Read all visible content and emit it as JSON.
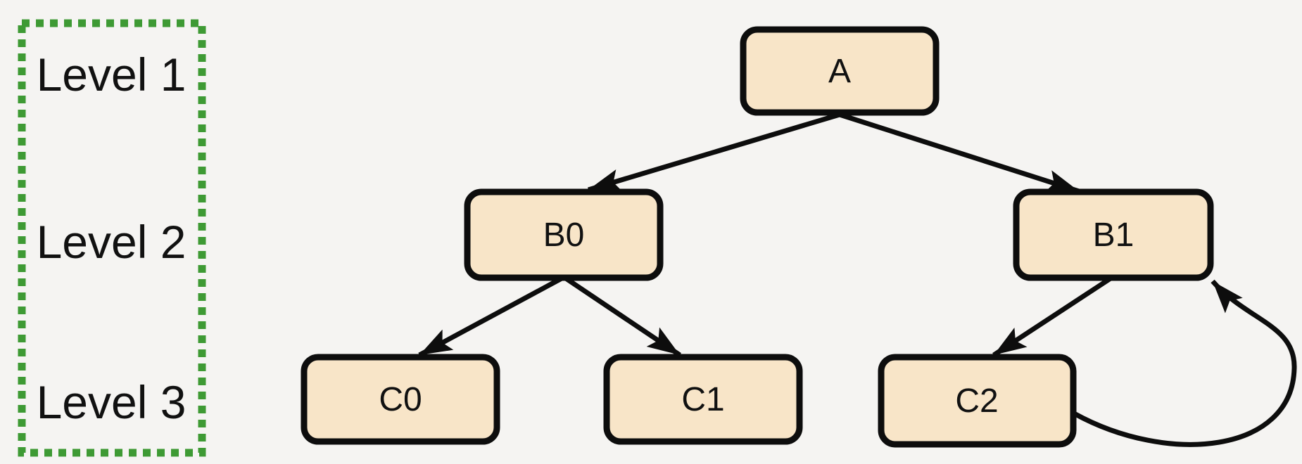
{
  "legend": {
    "levels": [
      {
        "label": "Level 1"
      },
      {
        "label": "Level 2"
      },
      {
        "label": "Level 3"
      }
    ]
  },
  "nodes": [
    {
      "id": "A",
      "label": "A",
      "level": 1
    },
    {
      "id": "B0",
      "label": "B0",
      "level": 2
    },
    {
      "id": "B1",
      "label": "B1",
      "level": 2
    },
    {
      "id": "C0",
      "label": "C0",
      "level": 3
    },
    {
      "id": "C1",
      "label": "C1",
      "level": 3
    },
    {
      "id": "C2",
      "label": "C2",
      "level": 3
    }
  ],
  "edges": [
    {
      "from": "A",
      "to": "B0",
      "kind": "tree"
    },
    {
      "from": "A",
      "to": "B1",
      "kind": "tree"
    },
    {
      "from": "B0",
      "to": "C0",
      "kind": "tree"
    },
    {
      "from": "B0",
      "to": "C1",
      "kind": "tree"
    },
    {
      "from": "B1",
      "to": "C2",
      "kind": "tree"
    },
    {
      "from": "C2",
      "to": "B1",
      "kind": "back-edge-curved"
    }
  ],
  "colors": {
    "background": "#f5f4f2",
    "node_fill": "#f8e5c8",
    "node_border": "#0d0d0d",
    "edge": "#0d0d0d",
    "level_frame_green": "#3e9a34",
    "text": "#111111"
  }
}
